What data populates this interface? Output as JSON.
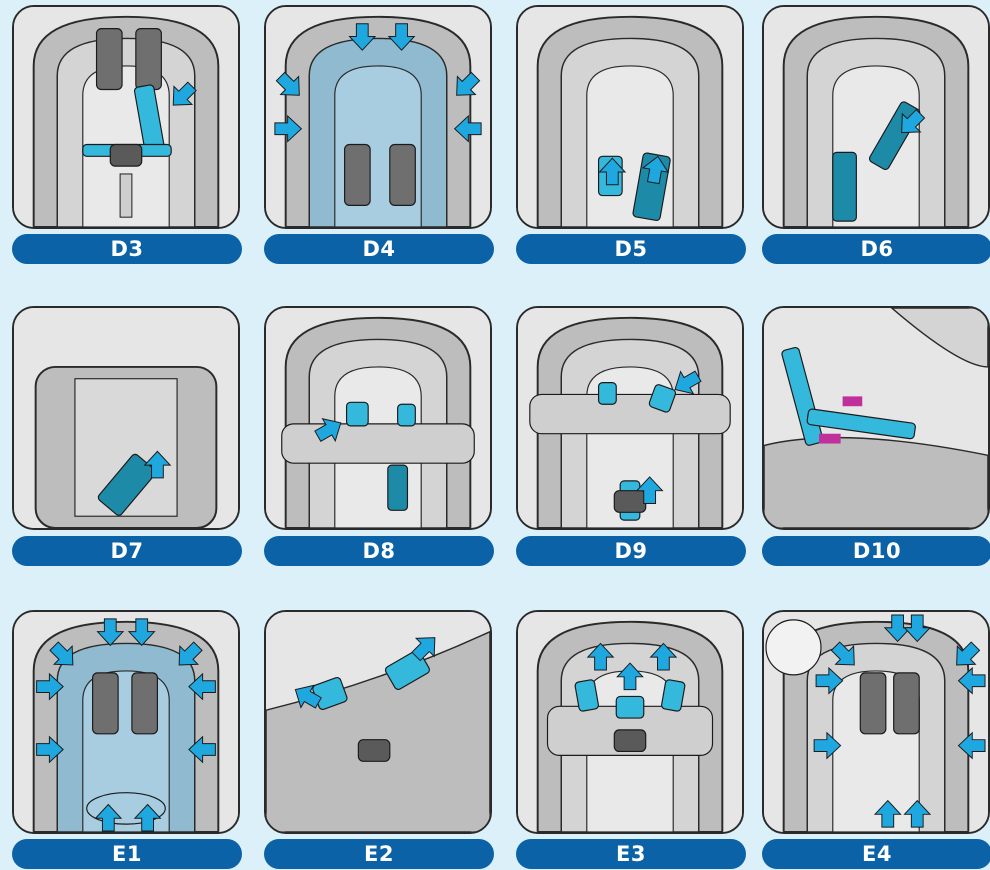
{
  "steps": [
    {
      "label": "D3",
      "scene": "buckle-side"
    },
    {
      "label": "D4",
      "scene": "cover-tilt"
    },
    {
      "label": "D5",
      "scene": "pads-up"
    },
    {
      "label": "D6",
      "scene": "pad-diag"
    },
    {
      "label": "D7",
      "scene": "back"
    },
    {
      "label": "D8",
      "scene": "slot-left"
    },
    {
      "label": "D9",
      "scene": "slot-right"
    },
    {
      "label": "D10",
      "scene": "belt-side"
    },
    {
      "label": "E1",
      "scene": "cover-off"
    },
    {
      "label": "E2",
      "scene": "buckle-pull"
    },
    {
      "label": "E3",
      "scene": "three-up"
    },
    {
      "label": "E4",
      "scene": "full-off"
    }
  ],
  "colors": {
    "background": "#dcf0fa",
    "label_bg": "#0b62a6",
    "arrow": "#1fa8e0",
    "strap": "#34b8dc",
    "shell": "#bdbdbd",
    "shell_dark": "#8e8e8e",
    "cover": "#d4d4d4",
    "cover_blue": "#8fbad0"
  }
}
